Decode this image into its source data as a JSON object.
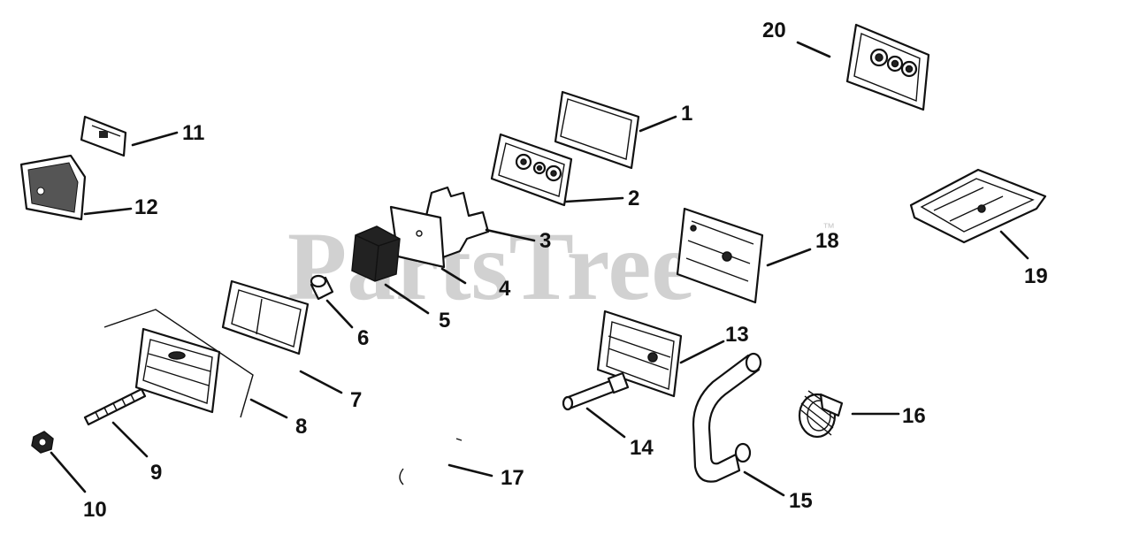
{
  "watermark": {
    "text": "PartsTree",
    "mark": "™"
  },
  "callouts": [
    {
      "id": 1,
      "label": "1"
    },
    {
      "id": 2,
      "label": "2"
    },
    {
      "id": 3,
      "label": "3"
    },
    {
      "id": 4,
      "label": "4"
    },
    {
      "id": 5,
      "label": "5"
    },
    {
      "id": 6,
      "label": "6"
    },
    {
      "id": 7,
      "label": "7"
    },
    {
      "id": 8,
      "label": "8"
    },
    {
      "id": 9,
      "label": "9"
    },
    {
      "id": 10,
      "label": "10"
    },
    {
      "id": 11,
      "label": "11"
    },
    {
      "id": 12,
      "label": "12"
    },
    {
      "id": 13,
      "label": "13"
    },
    {
      "id": 14,
      "label": "14"
    },
    {
      "id": 15,
      "label": "15"
    },
    {
      "id": 16,
      "label": "16"
    },
    {
      "id": 17,
      "label": "17"
    },
    {
      "id": 18,
      "label": "18"
    },
    {
      "id": 19,
      "label": "19"
    },
    {
      "id": 20,
      "label": "20"
    }
  ]
}
